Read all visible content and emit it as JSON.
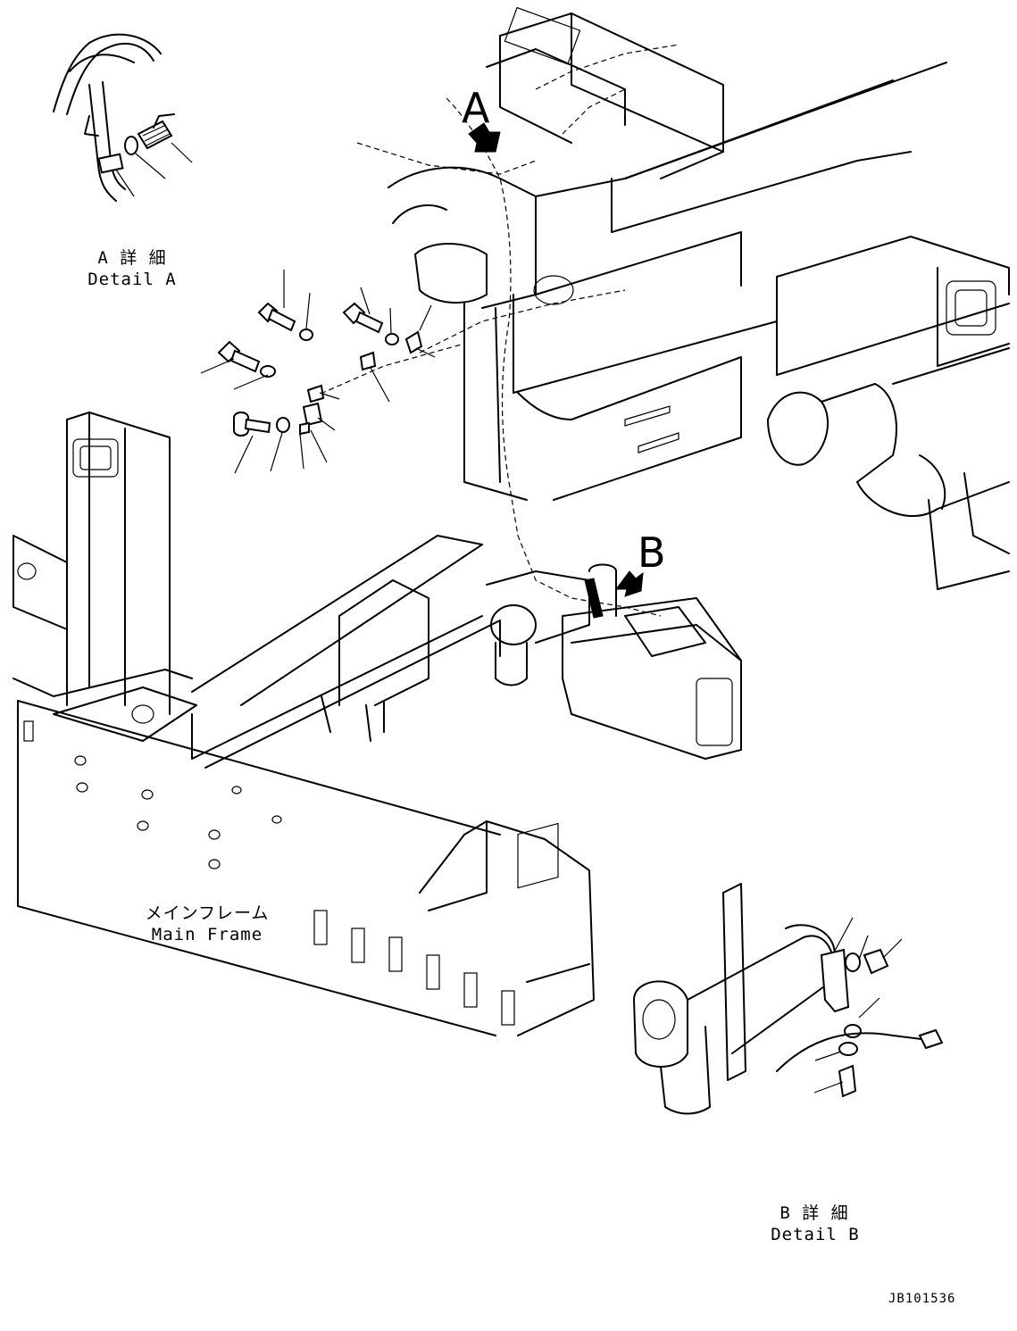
{
  "labels": {
    "detail_a_jp": "A 詳 細",
    "detail_a_en": "Detail A",
    "main_frame_jp": "メインフレーム",
    "main_frame_en": "Main Frame",
    "detail_b_jp": "B 詳 細",
    "detail_b_en": "Detail B",
    "callout_a": "A",
    "callout_b": "B",
    "drawing_code": "JB101536"
  }
}
